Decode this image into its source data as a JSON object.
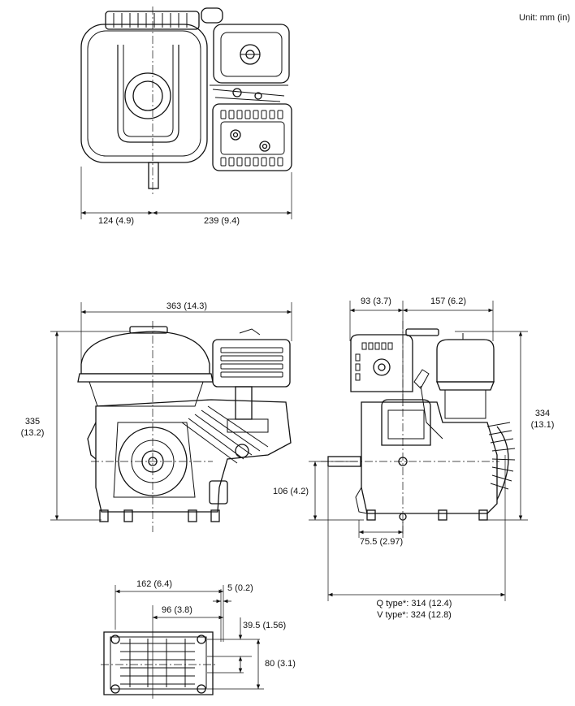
{
  "unit_label": "Unit: mm (in)",
  "top_view": {
    "dim_left": "124 (4.9)",
    "dim_right": "239 (9.4)"
  },
  "front_view": {
    "width": "363 (14.3)",
    "height_line1": "335",
    "height_line2": "(13.2)"
  },
  "side_view": {
    "dim_left": "93 (3.7)",
    "dim_right": "157 (6.2)",
    "height_line1": "334",
    "height_line2": "(13.1)",
    "shaft_height": "106 (4.2)",
    "base_offset": "75.5 (2.97)",
    "q_type": "Q type*: 314 (12.4)",
    "v_type": "V type*: 324 (12.8)"
  },
  "base_view": {
    "width": "162 (6.4)",
    "center_offset": "96 (3.8)",
    "hole_dia": "5 (0.2)",
    "hole_offset": "39.5 (1.56)",
    "depth": "80 (3.1)"
  }
}
